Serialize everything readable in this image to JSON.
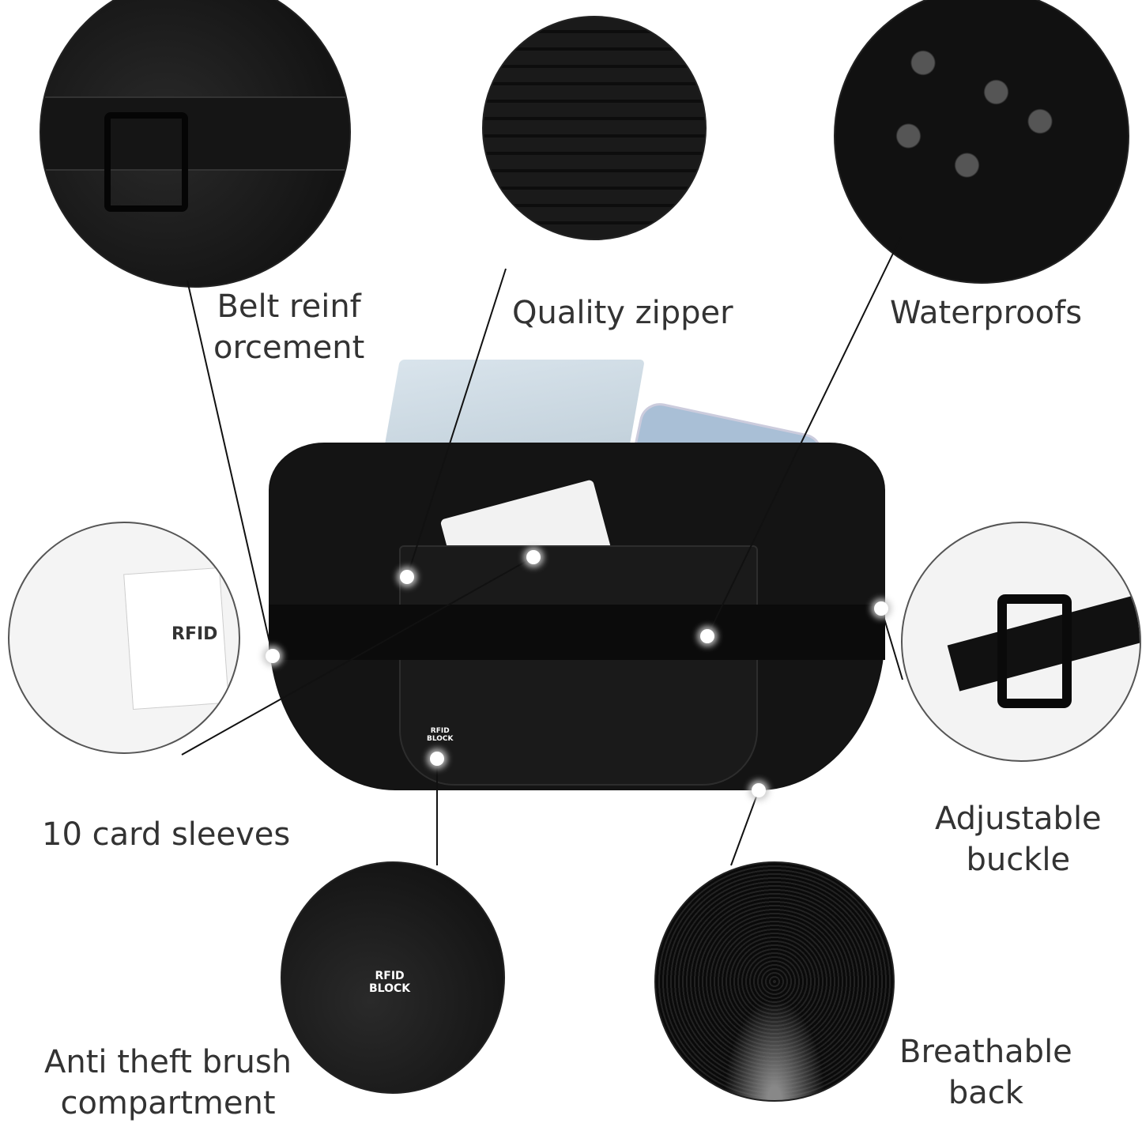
{
  "features": {
    "belt": {
      "line1": "Belt reinf",
      "line2": "orcement"
    },
    "zipper": {
      "line1": "Quality zipper"
    },
    "waterproof": {
      "line1": "Waterproofs"
    },
    "card_sleeves": {
      "line1": "10 card sleeves"
    },
    "buckle": {
      "line1": "Adjustable",
      "line2": "buckle"
    },
    "anti_theft": {
      "line1": "Anti theft brush",
      "line2": "compartment"
    },
    "breathable": {
      "line1": "Breathable",
      "line2": "back"
    }
  },
  "badges": {
    "rfid_sleeve": "RFID",
    "rfid_block_top": "RFID",
    "rfid_block_bottom": "BLOCK"
  },
  "colors": {
    "bag": "#141414",
    "text": "#333333",
    "background": "#ffffff"
  }
}
